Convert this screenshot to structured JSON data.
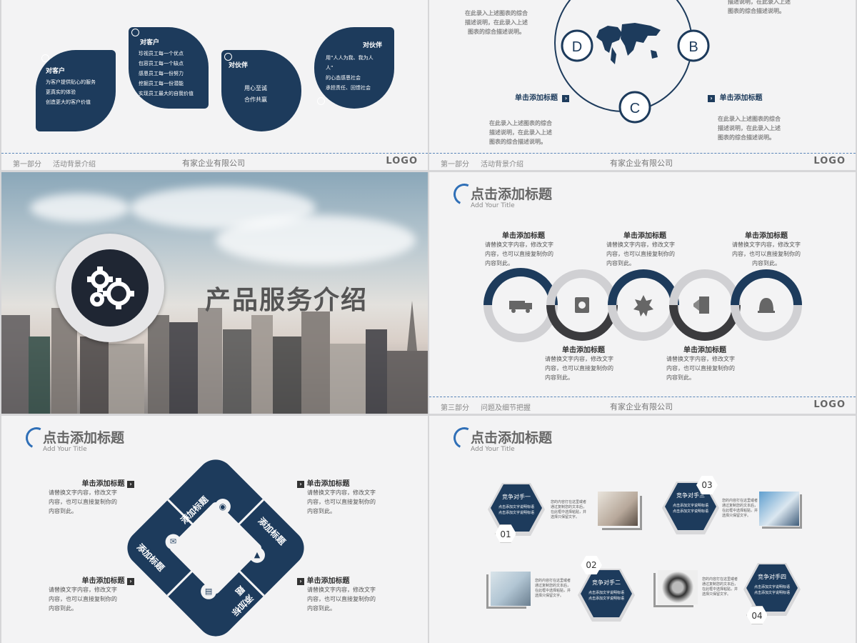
{
  "footer": {
    "logo": "LOGO",
    "company": "有家企业有限公司",
    "part1": "第一部分",
    "topic1": "活动背景介绍",
    "part3": "第三部分",
    "topic3": "问题及细节把握"
  },
  "slide1": {
    "cards": [
      {
        "title": "对客户",
        "lines": [
          "为客户提供贴心的服务",
          "更真实的体验",
          "创造更大的客户价值"
        ]
      },
      {
        "title": "对客户",
        "lines": [
          "珍视员工每一个优点",
          "包容员工每一个缺点",
          "感恩员工每一份努力",
          "挖掘员工每一份潜能",
          "实现员工最大的自我价值"
        ]
      },
      {
        "title": "对伙伴",
        "lines": [
          "用心至诚",
          "合作共赢"
        ]
      },
      {
        "title": "对伙伴",
        "lines": [
          "用“人人为我、我为人",
          "人”",
          "的心态感恩社会",
          "承担责任、回馈社会"
        ]
      }
    ]
  },
  "slide2": {
    "desc": "在此录入上述图表的综合描述说明，在此录入上述图表的综合描述说明。",
    "desc_top_left": [
      "在此录入上述图表的综合",
      "描述说明，在此录入上述",
      "图表的综合描述说明。"
    ],
    "desc_top_right": [
      "描述说明，在此录入上述",
      "图表的综合描述说明。"
    ],
    "desc_bottom_left": [
      "在此录入上述图表的综合",
      "描述说明，在此录入上述",
      "图表的综合描述说明。"
    ],
    "desc_bottom_right": [
      "在此录入上述图表的综合",
      "描述说明，在此录入上述",
      "图表的综合描述说明。"
    ],
    "btn_left": "单击添加标题",
    "btn_right": "单击添加标题",
    "letters": {
      "d": "D",
      "b": "B",
      "c": "C"
    }
  },
  "slide3": {
    "title": "产品服务介绍"
  },
  "slide4": {
    "title": "点击添加标题",
    "subtitle": "Add Your Title",
    "items": [
      {
        "head": "单击添加标题",
        "text": [
          "请替换文字内容，修改文字",
          "内容，也可以直接复制你的",
          "内容到此。"
        ]
      },
      {
        "head": "单击添加标题",
        "text": [
          "请替换文字内容，修改文字",
          "内容，也可以直接复制你的",
          "内容到此。"
        ]
      },
      {
        "head": "单击添加标题",
        "text": [
          "请替换文字内容，修改文字",
          "内容，也可以直接复制你的",
          "内容到此。"
        ]
      },
      {
        "head": "单击添加标题",
        "text": [
          "请替换文字内容，修改文字",
          "内容，也可以直接复制你的",
          "内容到此。"
        ]
      },
      {
        "head": "单击添加标题",
        "text": [
          "请替换文字内容，修改文字",
          "内容，也可以直接复制你的",
          "内容到此。"
        ]
      }
    ],
    "icons": [
      "truck-icon",
      "safe-icon",
      "badge-icon",
      "door-icon",
      "bell-icon"
    ]
  },
  "slide5": {
    "title": "点击添加标题",
    "subtitle": "Add Your Title",
    "blocks": [
      {
        "head": "单击添加标题",
        "text": [
          "请替换文字内容，修改文字",
          "内容，也可以直接复制你的",
          "内容到此。"
        ]
      },
      {
        "head": "单击添加标题",
        "text": [
          "请替换文字内容，修改文字",
          "内容，也可以直接复制你的",
          "内容到此。"
        ]
      },
      {
        "head": "单击添加标题",
        "text": [
          "请替换文字内容，修改文字",
          "内容，也可以直接复制你的",
          "内容到此。"
        ]
      },
      {
        "head": "单击添加标题",
        "text": [
          "请替换文字内容，修改文字",
          "内容，也可以直接复制你的",
          "内容到此。"
        ]
      }
    ],
    "puzzle": "添加标题"
  },
  "slide6": {
    "title": "点击添加标题",
    "subtitle": "Add Your Title",
    "rivals": [
      {
        "name": "竞争对手一",
        "num": "01"
      },
      {
        "name": "竞争对手二",
        "num": "02"
      },
      {
        "name": "竞争对手三",
        "num": "03"
      },
      {
        "name": "竞争对手四",
        "num": "04"
      }
    ],
    "hex_line": "点击添加文字说明标语",
    "desc": [
      "您的内容打在这里或者",
      "通过复制您的文本后，",
      "在此框中选择粘贴，并",
      "选择只保留文字。"
    ]
  }
}
